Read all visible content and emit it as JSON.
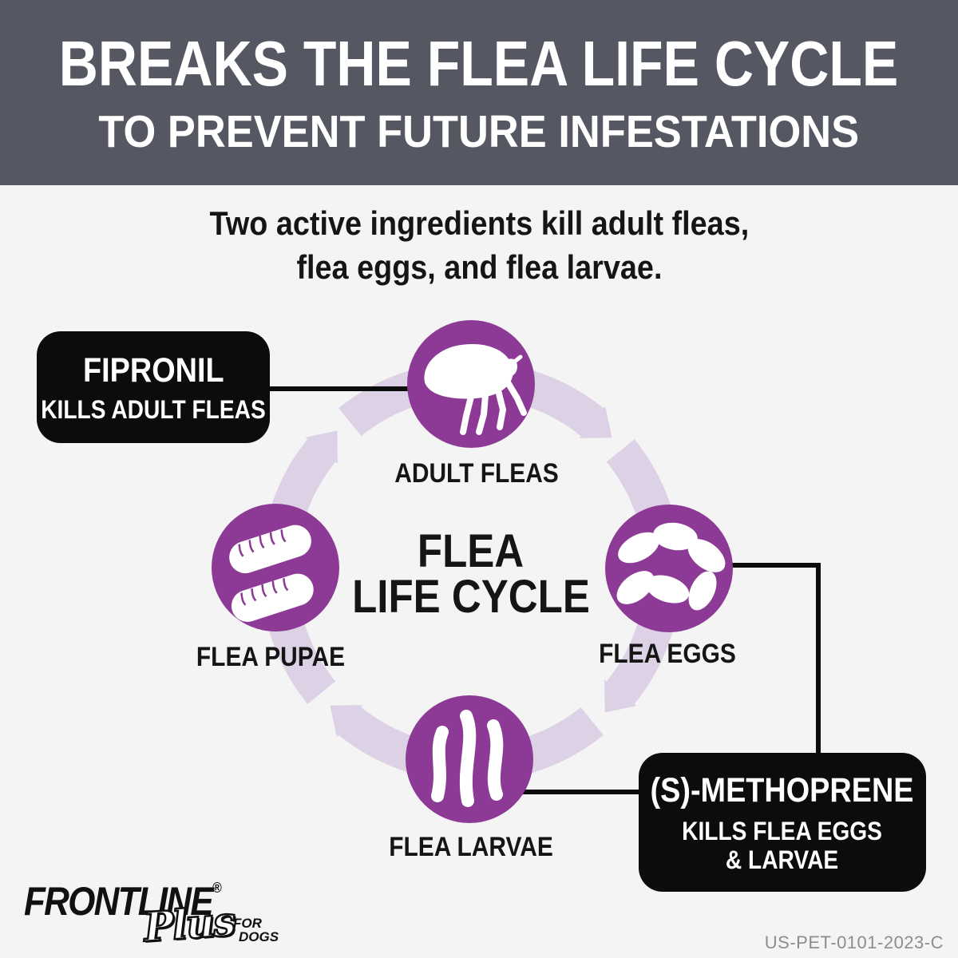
{
  "header": {
    "title": "BREAKS THE FLEA LIFE CYCLE",
    "subtitle": "TO PREVENT FUTURE INFESTATIONS",
    "bg_color": "#555862"
  },
  "intro": {
    "line1": "Two active ingredients kill adult fleas,",
    "line2": "flea eggs, and flea larvae."
  },
  "cycle": {
    "center_line1": "FLEA",
    "center_line2": "LIFE CYCLE",
    "ring_color": "#ddd1e6",
    "circle_color": "#8c3a95",
    "stages": [
      {
        "label": "ADULT FLEAS",
        "icon": "adult-flea-icon",
        "position": "top"
      },
      {
        "label": "FLEA EGGS",
        "icon": "flea-eggs-icon",
        "position": "right"
      },
      {
        "label": "FLEA LARVAE",
        "icon": "flea-larvae-icon",
        "position": "bottom"
      },
      {
        "label": "FLEA PUPAE",
        "icon": "flea-pupae-icon",
        "position": "left"
      }
    ]
  },
  "callouts": {
    "fipronil": {
      "title": "FIPRONIL",
      "subtitle": "KILLS ADULT FLEAS"
    },
    "methoprene": {
      "title": "(S)-METHOPRENE",
      "subtitle_line1": "KILLS FLEA EGGS",
      "subtitle_line2": "& LARVAE"
    }
  },
  "footer": {
    "brand": "FRONTLINE",
    "registered": "®",
    "brand_script": "Plus",
    "brand_for": "FOR",
    "brand_dogs": "DOGS",
    "code": "US-PET-0101-2023-C"
  }
}
